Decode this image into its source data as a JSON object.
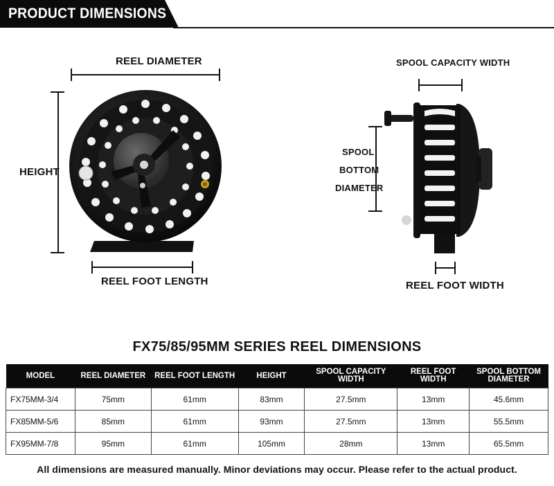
{
  "header": {
    "title": "PRODUCT DIMENSIONS"
  },
  "front_view": {
    "reel_diameter_label": "REEL DIAMETER",
    "height_label": "HEIGHT",
    "reel_foot_length_label": "REEL FOOT LENGTH"
  },
  "side_view": {
    "spool_capacity_width_label": "SPOOL CAPACITY WIDTH",
    "spool_bottom_diameter_lines": [
      "SPOOL",
      "BOTTOM",
      "DIAMETER"
    ],
    "reel_foot_width_label": "REEL FOOT WIDTH"
  },
  "table": {
    "title": "FX75/85/95MM SERIES REEL DIMENSIONS",
    "headers": [
      "MODEL",
      "REEL DIAMETER",
      "REEL FOOT LENGTH",
      "HEIGHT",
      "SPOOL CAPACITY WIDTH",
      "REEL FOOT WIDTH",
      "SPOOL BOTTOM DIAMETER"
    ],
    "rows": [
      [
        "FX75MM-3/4",
        "75mm",
        "61mm",
        "83mm",
        "27.5mm",
        "13mm",
        "45.6mm"
      ],
      [
        "FX85MM-5/6",
        "85mm",
        "61mm",
        "93mm",
        "27.5mm",
        "13mm",
        "55.5mm"
      ],
      [
        "FX95MM-7/8",
        "95mm",
        "61mm",
        "105mm",
        "28mm",
        "13mm",
        "65.5mm"
      ]
    ]
  },
  "footnote": "All dimensions are measured manually. Minor deviations may occur. Please refer to the actual product."
}
